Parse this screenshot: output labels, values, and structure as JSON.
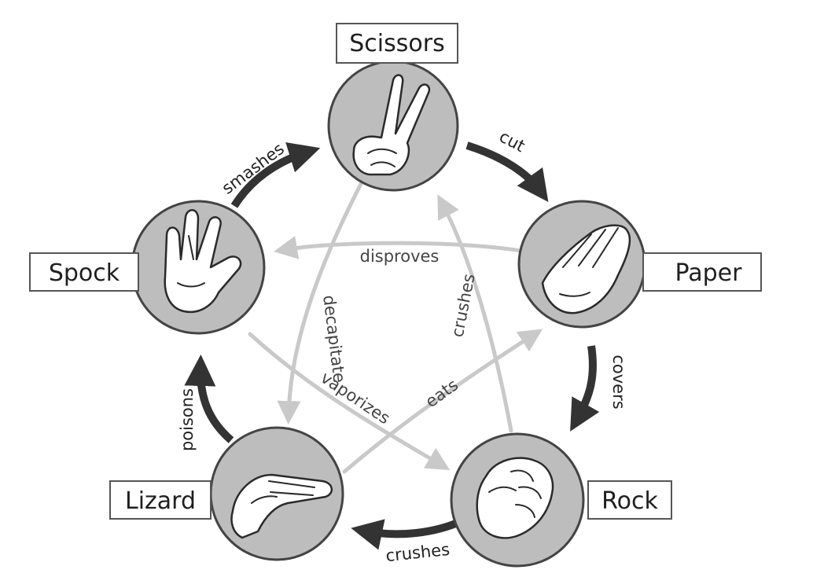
{
  "colors": {
    "outer_arrow": "#333333",
    "inner_arrow": "#c9c9c9",
    "node_fill": "#bdbdbd"
  },
  "nodes": {
    "scissors": {
      "label": "Scissors",
      "icon": "scissors-hand-icon"
    },
    "paper": {
      "label": "Paper",
      "icon": "paper-hand-icon"
    },
    "rock": {
      "label": "Rock",
      "icon": "rock-hand-icon"
    },
    "lizard": {
      "label": "Lizard",
      "icon": "lizard-hand-icon"
    },
    "spock": {
      "label": "Spock",
      "icon": "spock-hand-icon"
    }
  },
  "outer_verbs": {
    "scissors_paper": "cut",
    "paper_rock": "covers",
    "rock_lizard": "crushes",
    "lizard_spock": "poisons",
    "spock_scissors": "smashes"
  },
  "inner_verbs": {
    "paper_spock": "disproves",
    "scissors_lizard": "decapitate",
    "rock_scissors": "crushes",
    "spock_rock": "vaporizes",
    "lizard_paper": "eats"
  }
}
